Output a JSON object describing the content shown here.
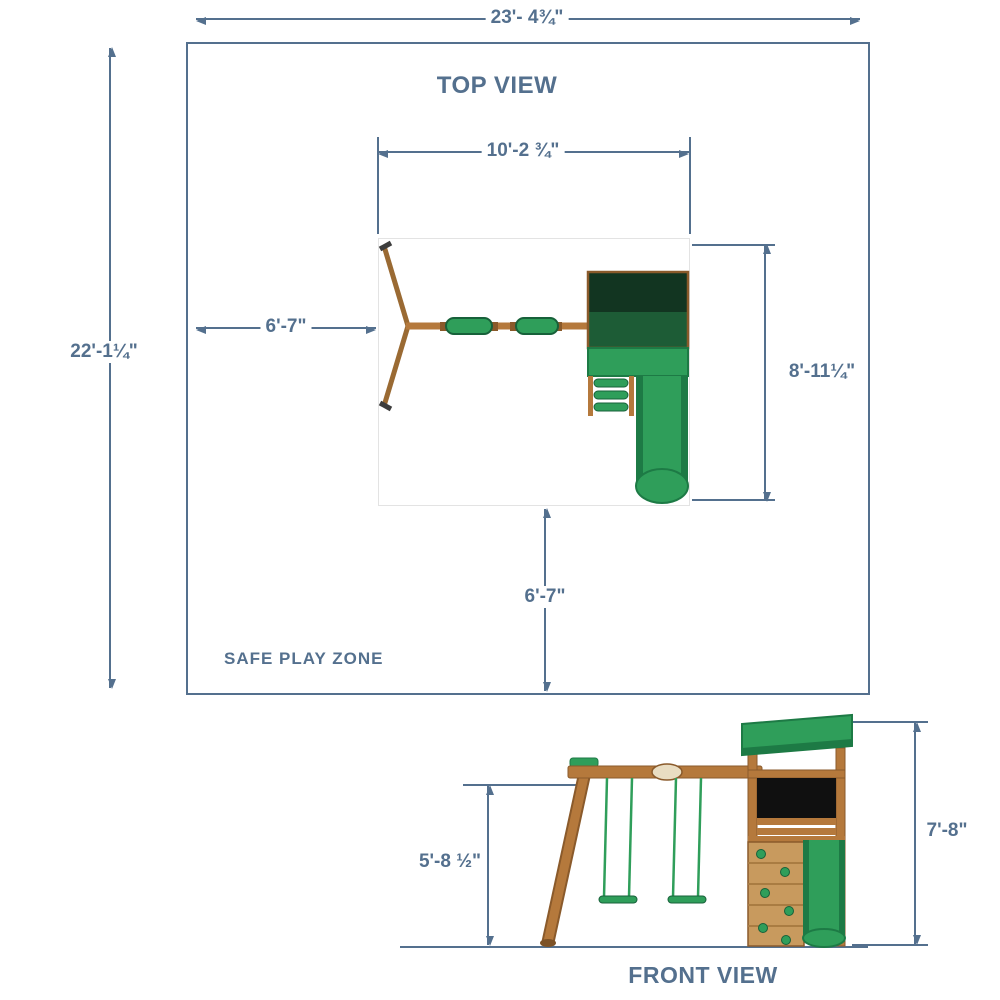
{
  "colors": {
    "dimension_blue": "#54708e",
    "wood": "#b5793c",
    "wood_dark": "#8a5a2b",
    "green": "#2f9e5a",
    "green_dark": "#1d7a45",
    "canopy_dark": "#123521"
  },
  "top_view": {
    "title": "TOP VIEW",
    "zone_label": "SAFE PLAY ZONE",
    "overall_width": "23'- 4¾\"",
    "overall_depth": "22'-1¼\"",
    "playset_width": "10'-2 ¾\"",
    "side_clearance": "6'-7\"",
    "playset_depth": "8'-11¼\"",
    "front_clearance": "6'-7\""
  },
  "front_view": {
    "title": "FRONT VIEW",
    "swing_beam_height": "5'-8 ½\"",
    "overall_height": "7'-8\""
  }
}
